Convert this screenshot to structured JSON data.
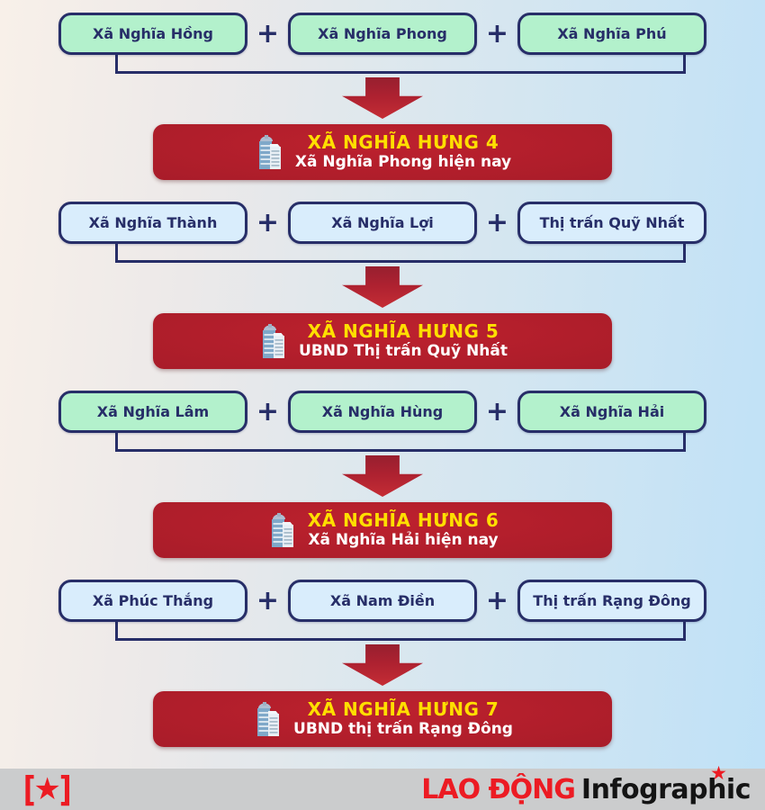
{
  "plus_symbol": "+",
  "groups": [
    {
      "style": "green",
      "boxes": [
        {
          "label": "Xã Nghĩa Hồng"
        },
        {
          "label": "Xã Nghĩa Phong"
        },
        {
          "label": "Xã Nghĩa Phú"
        }
      ],
      "banner": {
        "title": "XÃ NGHĨA HƯNG 4",
        "subtitle": "Xã Nghĩa Phong hiện nay"
      }
    },
    {
      "style": "blue",
      "boxes": [
        {
          "label": "Xã Nghĩa Thành"
        },
        {
          "label": "Xã Nghĩa Lợi"
        },
        {
          "label": "Thị trấn Quỹ Nhất"
        }
      ],
      "banner": {
        "title": "XÃ NGHĨA HƯNG 5",
        "subtitle": "UBND Thị trấn Quỹ Nhất"
      }
    },
    {
      "style": "green",
      "boxes": [
        {
          "label": "Xã Nghĩa Lâm"
        },
        {
          "label": "Xã Nghĩa Hùng"
        },
        {
          "label": "Xã Nghĩa Hải"
        }
      ],
      "banner": {
        "title": "XÃ NGHĨA HƯNG 6",
        "subtitle": "Xã Nghĩa Hải hiện nay"
      }
    },
    {
      "style": "blue",
      "boxes": [
        {
          "label": "Xã Phúc Thắng"
        },
        {
          "label": "Xã Nam Điền"
        },
        {
          "label": "Thị trấn Rạng Đông"
        }
      ],
      "banner": {
        "title": "XÃ NGHĨA HƯNG 7",
        "subtitle": "UBND thị trấn Rạng Đông"
      }
    }
  ],
  "footer": {
    "logo": {
      "left_bracket": "[",
      "star": "★",
      "right_bracket": "]"
    },
    "brand_red": "LAO ĐỘNG",
    "brand_black": "Infographic"
  },
  "colors": {
    "box_border_navy": "#272e68",
    "green_box_fill": "#b3f1cc",
    "blue_box_fill": "#d9edfc",
    "banner_red": "#a81c29",
    "banner_title_yellow": "#ffdf00",
    "banner_subtitle_white": "#ffffff",
    "arrow_red": "#ad2130",
    "footer_bar_gray": "#cbcccd",
    "brand_red": "#ec1b23",
    "background_left": "#f8f0e9",
    "background_right": "#bfe1f7"
  }
}
